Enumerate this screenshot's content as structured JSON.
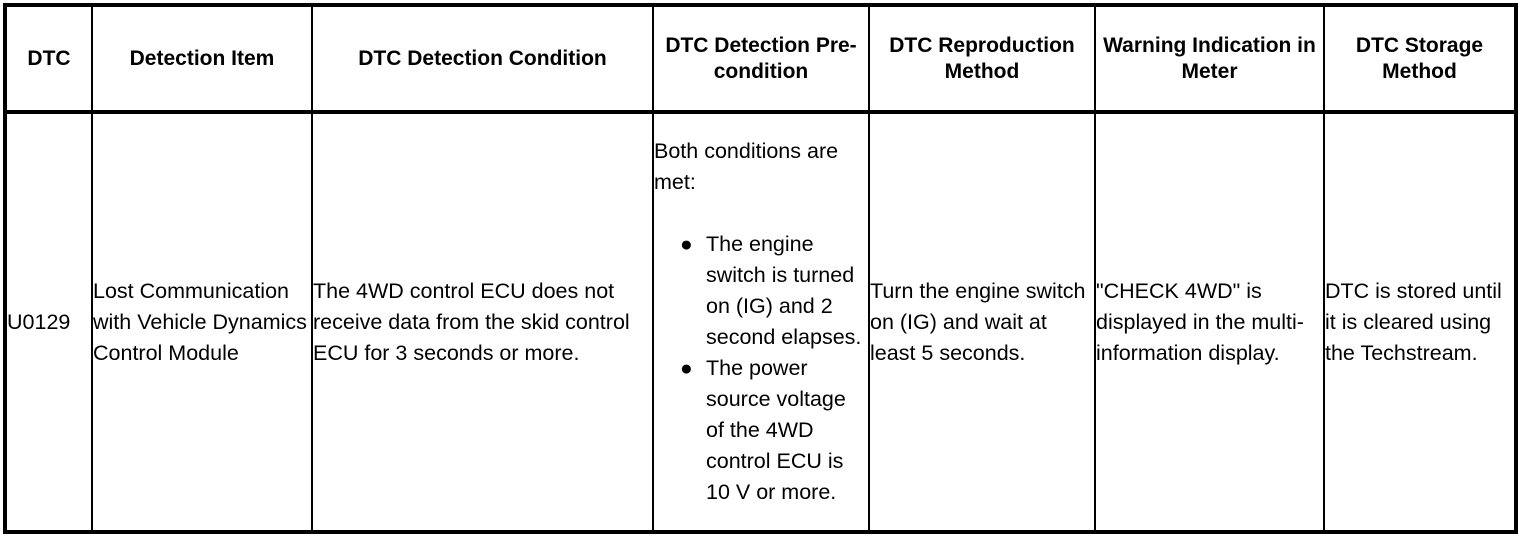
{
  "table": {
    "headers": [
      "DTC",
      "Detection Item",
      "DTC Detection Condition",
      "DTC Detection Pre-condition",
      "DTC Reproduction Method",
      "Warning Indication in Meter",
      "DTC Storage Method"
    ],
    "rows": [
      {
        "dtc": "U0129",
        "detection_item": "Lost Communication with Vehicle Dynamics Control Module",
        "detection_condition": "The 4WD control ECU does not receive data from the skid control ECU for 3 seconds or more.",
        "pre_condition": {
          "intro": "Both conditions are met:",
          "bullets": [
            "The engine switch is turned on (IG) and 2 second elapses.",
            "The power source voltage of the 4WD control ECU is 10 V or more."
          ],
          "bullet_glyph": "●"
        },
        "reproduction_method": "Turn the engine switch on (IG) and wait at least 5 seconds.",
        "warning_indication": "\"CHECK 4WD\" is displayed in the multi-information display.",
        "storage_method": "DTC is stored until it is cleared using the Techstream."
      }
    ]
  },
  "colors": {
    "border": "#000000",
    "text": "#000000",
    "background": "#ffffff"
  }
}
